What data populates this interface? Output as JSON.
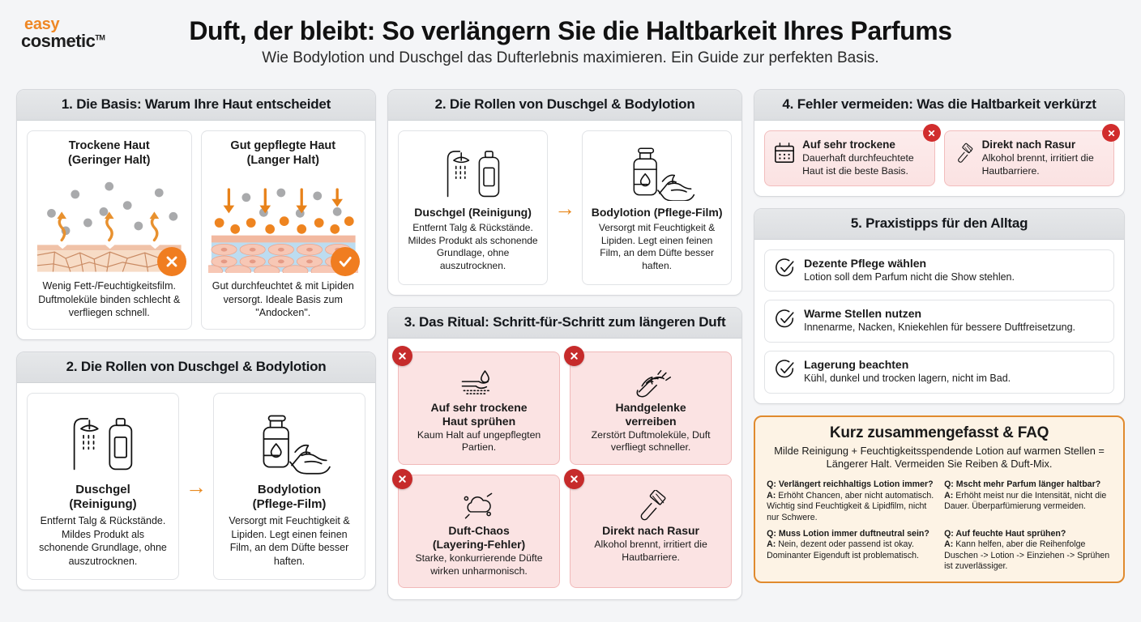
{
  "brand": {
    "line1": "easy",
    "line2": "cosmetic",
    "tm": "TM"
  },
  "header": {
    "title": "Duft, der bleibt: So verlängern Sie die Haltbarkeit Ihres Parfums",
    "subtitle": "Wie Bodylotion und Duschgel das Dufterlebnis maximieren. Ein Guide zur perfekten Basis."
  },
  "colors": {
    "accent_orange": "#ef8724",
    "badge_orange": "#f07d20",
    "badge_red": "#c62b2b",
    "faq_border": "#e08a2e",
    "faq_bg": "#fdf3e5",
    "mistake_bg": "#fbe3e3",
    "page_bg": "#f4f5f7"
  },
  "section1": {
    "heading": "1. Die Basis: Warum Ihre Haut entscheidet",
    "cards": [
      {
        "title_line1": "Trockene Haut",
        "title_line2": "(Geringer Halt)",
        "desc": "Wenig Fett-/Feuchtigkeitsfilm. Duftmoleküle binden schlecht & verfliegen schnell.",
        "badge": "cross"
      },
      {
        "title_line1": "Gut gepflegte Haut",
        "title_line2": "(Langer Halt)",
        "desc": "Gut durchfeuchtet & mit Lipiden versorgt. Ideale Basis zum \"Andocken\".",
        "badge": "check"
      }
    ]
  },
  "section2_mid": {
    "heading": "2. Die Rollen von Duschgel & Bodylotion",
    "arrow": "→",
    "cards": [
      {
        "title": "Duschgel (Reinigung)",
        "desc": "Entfernt Talg & Rückstände. Mildes Produkt als schonende Grundlage, ohne auszutrocknen.",
        "icon": "shower-bottle-icon"
      },
      {
        "title": "Bodylotion (Pflege-Film)",
        "desc": "Versorgt mit Feuchtigkeit & Lipiden. Legt einen feinen Film, an dem Düfte besser haften.",
        "icon": "pump-bottle-hand-icon"
      }
    ]
  },
  "section2_left": {
    "heading": "2. Die Rollen von Duschgel & Bodylotion",
    "arrow": "→",
    "cards": [
      {
        "title_line1": "Duschgel",
        "title_line2": "(Reinigung)",
        "desc": "Entfernt Talg & Rückstände. Mildes Produkt als schonende Grundlage, ohne auszutrocknen.",
        "icon": "shower-bottle-icon"
      },
      {
        "title_line1": "Bodylotion",
        "title_line2": "(Pflege-Film)",
        "desc": "Versorgt mit Feuchtigkeit & Lipiden. Legt einen feinen Film, an dem Düfte besser haften.",
        "icon": "pump-bottle-hand-icon"
      }
    ]
  },
  "section3": {
    "heading": "3. Das Ritual: Schritt-für-Schritt zum längeren Duft",
    "items": [
      {
        "title_line1": "Auf sehr trockene",
        "title_line2": "Haut sprühen",
        "desc": "Kaum Halt auf ungepflegten Partien.",
        "icon": "dry-skin-spray-icon"
      },
      {
        "title_line1": "Handgelenke",
        "title_line2": "verreiben",
        "desc": "Zerstört Duftmoleküle, Duft verfliegt schneller.",
        "icon": "rubbing-hands-icon"
      },
      {
        "title_line1": "Duft-Chaos",
        "title_line2": "(Layering-Fehler)",
        "desc": "Starke, konkurrierende Düfte wirken unharmonisch.",
        "icon": "scent-cloud-icon"
      },
      {
        "title_line1": "Direkt nach Rasur",
        "title_line2": "",
        "desc": "Alkohol brennt, irritiert die Hautbarriere.",
        "icon": "razor-icon"
      }
    ]
  },
  "section4": {
    "heading": "4. Fehler vermeiden: Was die Haltbarkeit verkürzt",
    "items": [
      {
        "title": "Auf sehr trockene",
        "desc": "Dauerhaft durchfeuchtete Haut ist die beste Basis.",
        "icon": "calendar-icon"
      },
      {
        "title": "Direkt nach Rasur",
        "desc": "Alkohol brennt, irritiert die Hautbarriere.",
        "icon": "razor-icon"
      }
    ]
  },
  "section5": {
    "heading": "5. Praxistipps für den Alltag",
    "tips": [
      {
        "title": "Dezente Pflege wählen",
        "desc": "Lotion soll dem Parfum nicht die Show stehlen.",
        "icon": "check-circle-icon"
      },
      {
        "title": "Warme Stellen nutzen",
        "desc": "Innenarme, Nacken, Kniekehlen für bessere Duftfreisetzung.",
        "icon": "check-circle-icon"
      },
      {
        "title": "Lagerung beachten",
        "desc": "Kühl, dunkel und trocken lagern, nicht im Bad.",
        "icon": "check-circle-icon"
      }
    ]
  },
  "faq": {
    "title": "Kurz zusammengefasst & FAQ",
    "lead": "Milde Reinigung + Feuchtigkeitsspendende Lotion auf warmen Stellen = Längerer Halt. Vermeiden Sie Reiben & Duft-Mix.",
    "q_label": "Q:",
    "a_label": "A:",
    "items": [
      {
        "question": "Verlängert reichhaltigs Lotion immer?",
        "answer": "Erhöht Chancen, aber nicht automatisch. Wichtig sind Feuchtigkeit & Lipidfilm, nicht nur Schwere."
      },
      {
        "question": "Mscht mehr Parfum länger haltbar?",
        "answer": "Erhöht meist nur die Intensität, nicht die Dauer. Überparfümierung vermeiden."
      },
      {
        "question": "Muss Lotion immer duftneutral sein?",
        "answer": "Nein, dezent oder passend ist okay. Dominanter Eigenduft ist problematisch."
      },
      {
        "question": "Auf feuchte Haut sprühen?",
        "answer": "Kann helfen, aber die Reihenfolge Duschen -> Lotion -> Einziehen -> Sprühen ist zuverlässiger."
      }
    ]
  }
}
